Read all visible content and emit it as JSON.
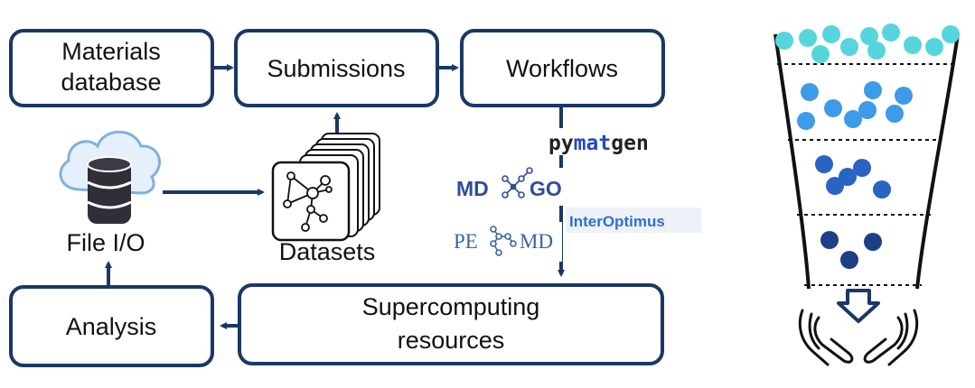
{
  "nodes": {
    "materials_database": {
      "line1": "Materials",
      "line2": "database"
    },
    "submissions": {
      "label": "Submissions"
    },
    "workflows": {
      "label": "Workflows"
    },
    "datasets": {
      "label": "Datasets"
    },
    "file_io": {
      "label": "File I/O"
    },
    "analysis": {
      "label": "Analysis"
    },
    "supercomputing": {
      "line1": "Supercomputing",
      "line2": "resources"
    }
  },
  "logos": {
    "pymatgen": {
      "part1": "py",
      "part2": "mat",
      "part3": "gen"
    },
    "mdgo": {
      "part1": "MD",
      "part2": "GO"
    },
    "interoptimus": {
      "label": "InterOptimus"
    },
    "pemd": {
      "part1": "PE",
      "part2": "MD"
    }
  },
  "funnel": {
    "levels": [
      {
        "color": "#56d6dc",
        "count": 11
      },
      {
        "color": "#3d9be9",
        "count": 8
      },
      {
        "color": "#2a63c4",
        "count": 5
      },
      {
        "color": "#1d3f86",
        "count": 3
      }
    ]
  },
  "colors": {
    "box_border": "#1b3766",
    "arrow": "#1b3766",
    "pymatgen_dark": "#222222",
    "pymatgen_blue": "#1f49c8",
    "mdgo": "#2d4e96",
    "interoptimus": "#2c6fd6",
    "pemd": "#3a63a8"
  }
}
